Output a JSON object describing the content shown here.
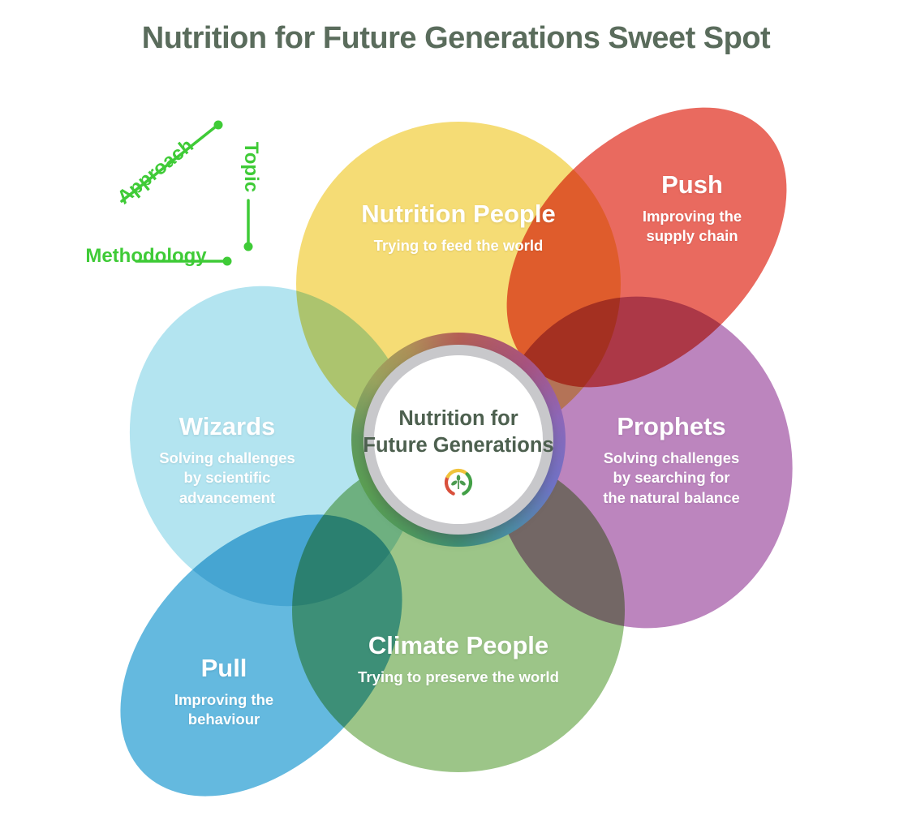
{
  "title": "Nutrition for Future Generations Sweet Spot",
  "accent_green": "#3fcb37",
  "legend": {
    "approach_label": "Approach",
    "topic_label": "Topic",
    "methodology_label": "Methodology"
  },
  "center": {
    "title_line1": "Nutrition for",
    "title_line2": "Future Generations",
    "logo": "gauge-leaf-logo"
  },
  "petals": [
    {
      "id": "nutrition-people",
      "position": "top",
      "color": "#f5dc75",
      "title": "Nutrition People",
      "subtitle_lines": [
        "Trying to feed the world"
      ]
    },
    {
      "id": "push",
      "position": "top-right",
      "color": "#e96a5f",
      "title": "Push",
      "subtitle_lines": [
        "Improving the",
        "supply chain"
      ]
    },
    {
      "id": "prophets",
      "position": "right",
      "color": "#bc85be",
      "title": "Prophets",
      "subtitle_lines": [
        "Solving challenges",
        "by searching for",
        "the natural balance"
      ]
    },
    {
      "id": "climate-people",
      "position": "bottom",
      "color": "#9cc588",
      "title": "Climate People",
      "subtitle_lines": [
        "Trying to preserve the world"
      ]
    },
    {
      "id": "pull",
      "position": "bottom-left",
      "color": "#64b9df",
      "title": "Pull",
      "subtitle_lines": [
        "Improving the",
        "behaviour"
      ]
    },
    {
      "id": "wizards",
      "position": "left",
      "color": "#b3e4f0",
      "title": "Wizards",
      "subtitle_lines": [
        "Solving challenges",
        "by scientific",
        "advancement"
      ]
    }
  ]
}
